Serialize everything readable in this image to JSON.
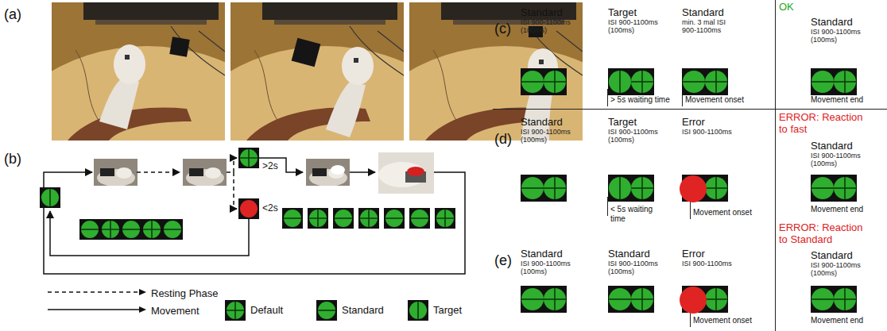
{
  "diagram": {
    "nodes": [
      {
        "text": [
          "Standard",
          "ISI 900-1100ms (100ms)"
        ]
      },
      {
        "text": [
          "Target",
          "ISI 900-1100ms (100ms)"
        ]
      },
      {
        "text": [
          "Standard",
          "min. 3 mal ISI 900-1100ms"
        ]
      },
      {
        "text": [
          "Standard",
          "ISI 900-1100ms (100ms)"
        ]
      },
      {
        "text": [
          "Standard",
          "ISI 900-1100ms (100ms)"
        ]
      },
      {
        "text": [
          "Target",
          "ISI 900-1100ms (100ms)"
        ]
      },
      {
        "text": [
          "Error",
          "ISI 900-1100ms"
        ]
      },
      {
        "text": [
          "Standard",
          "ISI 900-1100ms (100ms)"
        ]
      },
      {
        "text": [
          "Standard",
          "ISI 900-1100ms (100ms)"
        ]
      },
      {
        "text": [
          "Standard",
          "ISI 900-1100ms (100ms)"
        ]
      },
      {
        "text": [
          "Error",
          "ISI 900-1100ms"
        ]
      },
      {
        "text": [
          "Standard",
          "ISI 900-1100ms (100ms)"
        ]
      }
    ],
    "labels": [
      "(a)",
      "(b)",
      ">2s",
      "<2s",
      "(c)",
      "> 5s waiting time",
      "Movement onset",
      "OK",
      "Movement end",
      "(d)",
      "< 5s waiting time",
      "Movement onset",
      "ERROR: Reaction to fast",
      "Movement end",
      "(e)",
      "Movement onset",
      "ERROR: Reaction to Standard",
      "Movement end"
    ],
    "legend": [
      {
        "text": "Resting Phase"
      },
      {
        "text": "Movement"
      },
      {
        "text": "Default"
      },
      {
        "text": "Standard"
      },
      {
        "text": "Target"
      }
    ]
  }
}
